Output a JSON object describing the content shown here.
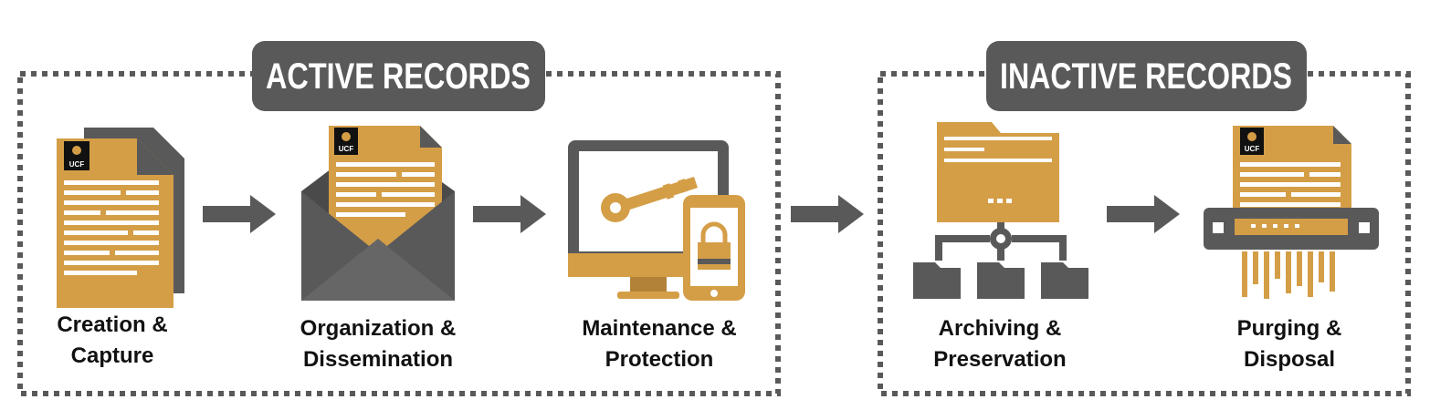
{
  "colors": {
    "gold": "#D49E47",
    "dark_gray": "#595959",
    "mid_gray": "#666666",
    "text": "#111111",
    "white": "#ffffff",
    "logo_black": "#111111"
  },
  "groups": [
    {
      "title": "ACTIVE RECORDS"
    },
    {
      "title": "INACTIVE RECORDS"
    }
  ],
  "stages": [
    {
      "line1": "Creation &",
      "line2": "Capture",
      "icon": "document-icon"
    },
    {
      "line1": "Organization &",
      "line2": "Dissemination",
      "icon": "envelope-document-icon"
    },
    {
      "line1": "Maintenance &",
      "line2": "Protection",
      "icon": "monitor-key-phone-lock-icon"
    },
    {
      "line1": "Archiving &",
      "line2": "Preservation",
      "icon": "folder-network-icon"
    },
    {
      "line1": "Purging &",
      "line2": "Disposal",
      "icon": "shredder-document-icon"
    }
  ],
  "logo_text": "UCF"
}
